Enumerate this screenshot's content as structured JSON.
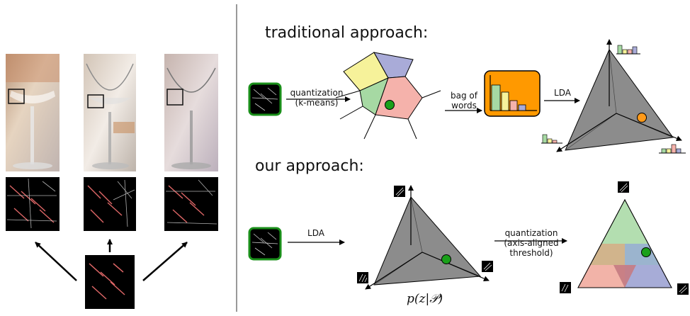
{
  "headings": {
    "traditional": "traditional approach:",
    "ours": "our approach:"
  },
  "traditional": {
    "quantization_line1": "quantization",
    "quantization_line2": "(k-means)",
    "bag_line1": "bag of",
    "bag_line2": "words",
    "lda": "LDA"
  },
  "ours": {
    "lda": "LDA",
    "quantization_line1": "quantization",
    "quantization_line2": "(axis-aligned",
    "quantization_line3": "threshold)",
    "formula": "p(z|𝒫)"
  },
  "colors": {
    "voronoi_yellow": "#f6f29a",
    "voronoi_blue": "#a9abd8",
    "voronoi_green": "#a6d9a3",
    "voronoi_red": "#f5b2ab",
    "orange_box": "#ff9900",
    "simplex_gray": "#8c8c8c",
    "dot_green": "#1aa01a",
    "dot_orange": "#ff9a1a",
    "patch_border": "#1a8f1a"
  }
}
